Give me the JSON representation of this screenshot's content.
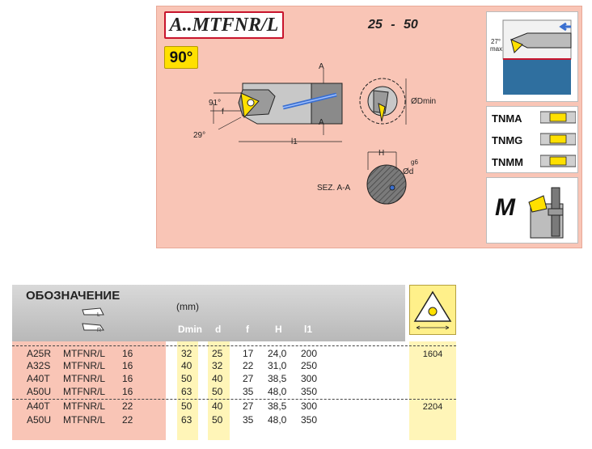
{
  "header": {
    "title": "A..MTFNR/L",
    "range": "25 -  50",
    "angle": "90°"
  },
  "drawing": {
    "angle_91": "91°",
    "angle_29": "29°",
    "dim_f": "f",
    "dim_l1": "l1",
    "section_marker": "A",
    "dim_dmin": "ØDmin",
    "dim_h": "H",
    "dim_d": "Ød",
    "tolerance": "g6",
    "section_label": "SEZ. A-A",
    "max_angle": "27°",
    "max_label": "max"
  },
  "inserts": [
    "TNMA",
    "TNMG",
    "TNMM"
  ],
  "chipbreaker_letter": "M",
  "table": {
    "title": "ОБОЗНАЧЕНИЕ",
    "unit": "(mm)",
    "columns": [
      "Dmin",
      "d",
      "f",
      "H",
      "l1"
    ],
    "rows": [
      {
        "code": "A25R",
        "type": "MTFNR/L",
        "size": "16",
        "dmin": "32",
        "d": "25",
        "f": "17",
        "h": "24,0",
        "l1": "200"
      },
      {
        "code": "A32S",
        "type": "MTFNR/L",
        "size": "16",
        "dmin": "40",
        "d": "32",
        "f": "22",
        "h": "31,0",
        "l1": "250"
      },
      {
        "code": "A40T",
        "type": "MTFNR/L",
        "size": "16",
        "dmin": "50",
        "d": "40",
        "f": "27",
        "h": "38,5",
        "l1": "300"
      },
      {
        "code": "A50U",
        "type": "MTFNR/L",
        "size": "16",
        "dmin": "63",
        "d": "50",
        "f": "35",
        "h": "48,0",
        "l1": "350"
      },
      {
        "code": "A40T",
        "type": "MTFNR/L",
        "size": "22",
        "dmin": "50",
        "d": "40",
        "f": "27",
        "h": "38,5",
        "l1": "300"
      },
      {
        "code": "A50U",
        "type": "MTFNR/L",
        "size": "22",
        "dmin": "63",
        "d": "50",
        "f": "35",
        "h": "48,0",
        "l1": "350"
      }
    ],
    "insert_sizes": [
      "1604",
      "2204"
    ]
  },
  "colors": {
    "panel": "#f9c5b6",
    "accent_red": "#c8142c",
    "badge_yellow": "#ffe000",
    "column_yellow": "#fff5b8",
    "tool_blue": "#3a6fd0"
  },
  "icons": [
    "tool-drawing-icon",
    "cross-section-icon",
    "insert-triangle-icon",
    "right-hand-holder-icon",
    "left-hand-holder-icon",
    "boring-setup-icon",
    "clamp-m-icon"
  ]
}
